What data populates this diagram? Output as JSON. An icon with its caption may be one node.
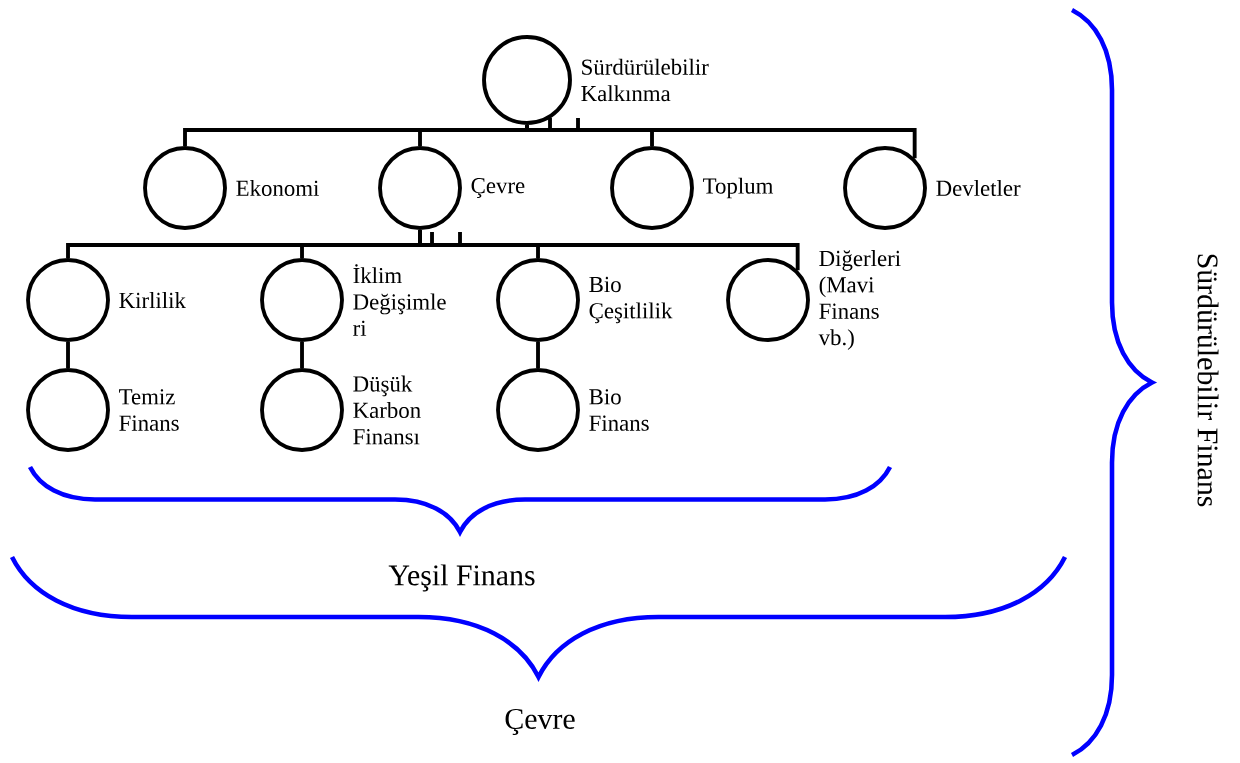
{
  "diagram": {
    "nodes": [
      {
        "text": [
          "Sürdürülebilir Kalkınma"
        ]
      },
      {
        "text": [
          "Ekonomi"
        ]
      },
      {
        "text": [
          "Çevre"
        ]
      },
      {
        "text": [
          "Toplum"
        ]
      },
      {
        "text": [
          "Devletler"
        ]
      },
      {
        "text": [
          "Kirlilik"
        ]
      },
      {
        "text": [
          "İklim Değişimle ri"
        ]
      },
      {
        "text": [
          "Bio Çeşitlilik"
        ]
      },
      {
        "text": [
          "Diğerleri (Mavi Finans vb.)"
        ]
      },
      {
        "text": [
          "Temiz Finans"
        ]
      },
      {
        "text": [
          "Düşük Karbon Finansı"
        ]
      },
      {
        "text": [
          "Bio Finans"
        ]
      }
    ],
    "edges": [
      {
        "from": 0,
        "to": 1,
        "arrow": "none"
      },
      {
        "from": 0,
        "to": 2,
        "arrow": "none"
      },
      {
        "from": 0,
        "to": 3,
        "arrow": "none"
      },
      {
        "from": 0,
        "to": 4,
        "arrow": "none"
      },
      {
        "from": 2,
        "to": 5,
        "arrow": "none"
      },
      {
        "from": 2,
        "to": 6,
        "arrow": "none"
      },
      {
        "from": 2,
        "to": 7,
        "arrow": "none"
      },
      {
        "from": 2,
        "to": 8,
        "arrow": "none"
      },
      {
        "from": 5,
        "to": 9,
        "arrow": "none"
      },
      {
        "from": 6,
        "to": 10,
        "arrow": "none"
      },
      {
        "from": 7,
        "to": 11,
        "arrow": "none"
      }
    ],
    "labels": [
      "Sürdürülebilir Finans",
      "Yeşil Finans",
      "Çevre"
    ]
  }
}
